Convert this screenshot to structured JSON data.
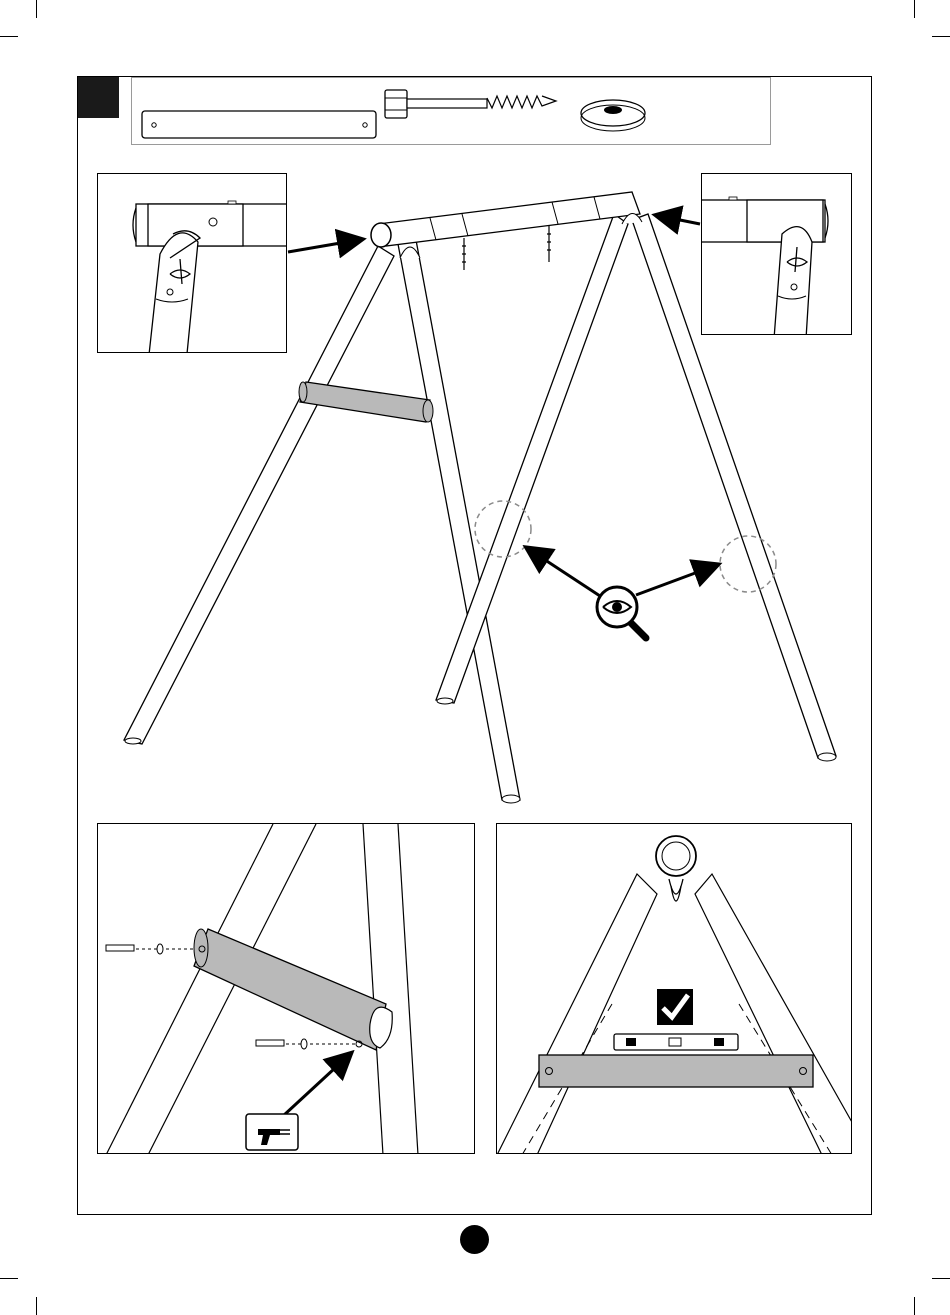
{
  "document": {
    "kind": "assembly-instruction-page",
    "icons": {
      "step_marker": "step-number-square",
      "detail_focus": "magnifier-eye-icon",
      "tool": "power-drill-icon",
      "confirmation": "checkmark-icon",
      "page_marker": "page-number-dot"
    }
  },
  "colors": {
    "ink": "#000000",
    "tube_fill": "#ffffff",
    "crossbar_fill": "#b9b9b9",
    "dashed_circle": "#8a8a8a",
    "step_square": "#1a1a1a"
  },
  "parts": [
    "crossbar",
    "lag-screw",
    "washer"
  ]
}
